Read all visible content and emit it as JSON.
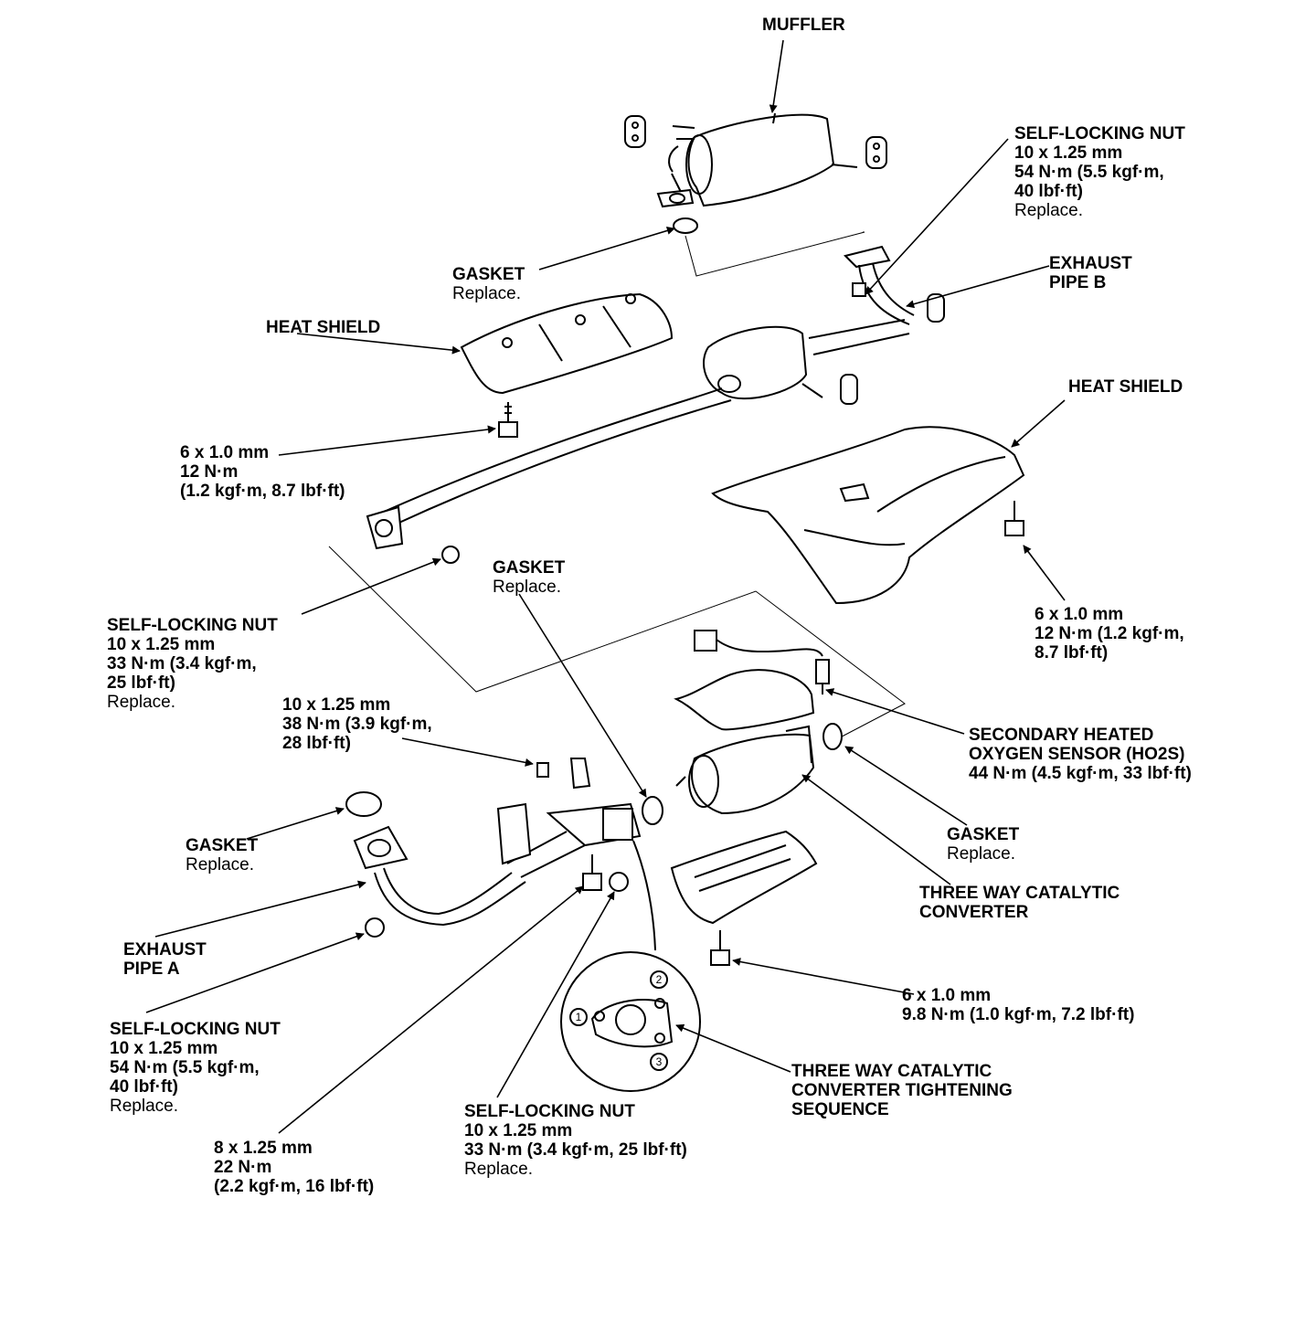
{
  "labels": {
    "muffler": "MUFFLER",
    "nut_pipe_b": [
      "SELF-LOCKING NUT",
      "10 x 1.25 mm",
      "54 N·m (5.5 kgf·m,",
      "40 lbf·ft)"
    ],
    "nut_pipe_b_note": "Replace.",
    "exhaust_pipe_b": [
      "EXHAUST",
      "PIPE B"
    ],
    "gasket_top": "GASKET",
    "gasket_top_note": "Replace.",
    "heat_shield_top": "HEAT SHIELD",
    "heat_shield_right": "HEAT SHIELD",
    "bolt_heat_shield_top": [
      "6 x 1.0 mm",
      "12 N·m",
      "(1.2 kgf·m, 8.7 lbf·ft)"
    ],
    "bolt_heat_shield_right": [
      "6 x 1.0 mm",
      "12 N·m (1.2 kgf·m,",
      "8.7 lbf·ft)"
    ],
    "gasket_mid": "GASKET",
    "gasket_mid_note": "Replace.",
    "nut_mid_left": [
      "SELF-LOCKING NUT",
      "10 x 1.25 mm",
      "33 N·m (3.4 kgf·m,",
      "25 lbf·ft)"
    ],
    "nut_mid_left_note": "Replace.",
    "bolt_bracket": [
      "10 x 1.25 mm",
      "38 N·m (3.9 kgf·m,",
      "28 lbf·ft)"
    ],
    "ho2s": [
      "SECONDARY HEATED",
      "OXYGEN SENSOR (HO2S)",
      "44 N·m (4.5 kgf·m, 33 lbf·ft)"
    ],
    "gasket_right": "GASKET",
    "gasket_right_note": "Replace.",
    "gasket_left": "GASKET",
    "gasket_left_note": "Replace.",
    "twc": [
      "THREE WAY CATALYTIC",
      "CONVERTER"
    ],
    "exhaust_pipe_a": [
      "EXHAUST",
      "PIPE A"
    ],
    "bolt_twc_shield": [
      "6 x 1.0 mm",
      "9.8 N·m (1.0 kgf·m, 7.2 lbf·ft)"
    ],
    "nut_pipe_a": [
      "SELF-LOCKING NUT",
      "10 x 1.25 mm",
      "54 N·m (5.5 kgf·m,",
      "40 lbf·ft)"
    ],
    "nut_pipe_a_note": "Replace.",
    "twc_sequence": [
      "THREE WAY CATALYTIC",
      "CONVERTER TIGHTENING",
      "SEQUENCE"
    ],
    "nut_twc": [
      "SELF-LOCKING NUT",
      "10 x 1.25 mm",
      "33 N·m (3.4 kgf·m, 25 lbf·ft)"
    ],
    "nut_twc_note": "Replace.",
    "bolt_pipe_a": [
      "8 x 1.25 mm",
      "22 N·m",
      "(2.2 kgf·m, 16 lbf·ft)"
    ],
    "sequence_numbers": [
      "1",
      "2",
      "3"
    ]
  }
}
